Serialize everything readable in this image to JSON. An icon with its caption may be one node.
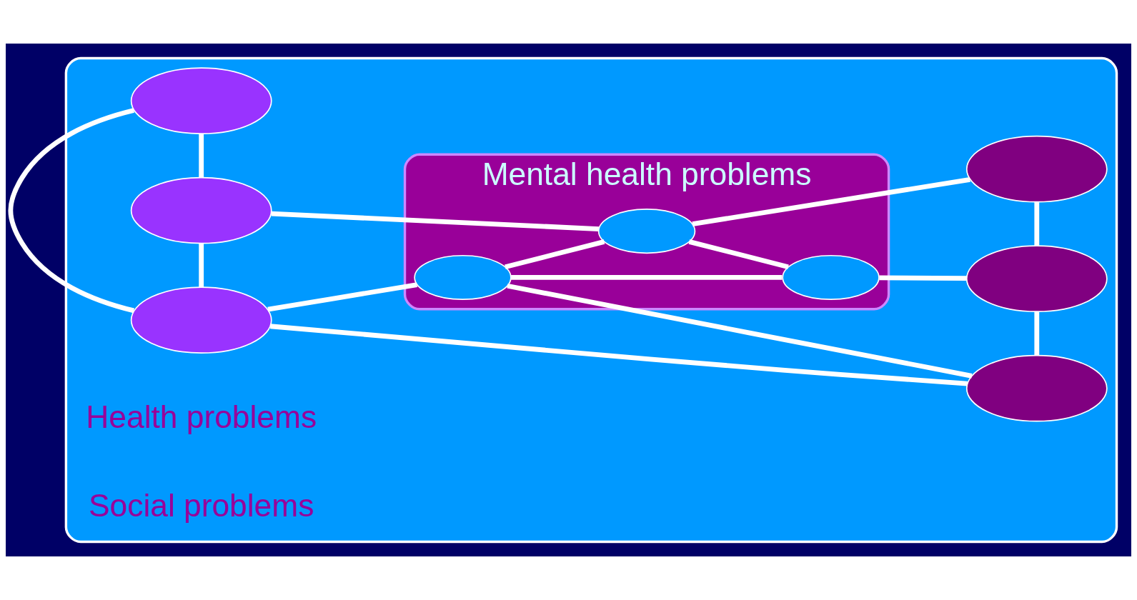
{
  "diagram": {
    "nodes": [
      {
        "text": [],
        "shape": "ellipse"
      },
      {
        "text": [],
        "shape": "ellipse",
        "in": 0
      },
      {
        "text": [],
        "shape": "ellipse",
        "in": 0
      },
      {
        "text": [],
        "shape": "ellipse",
        "in": 0
      },
      {
        "text": [
          "Mental health problems"
        ],
        "in": 0
      },
      {
        "text": [],
        "shape": "ellipse",
        "in": 4
      },
      {
        "text": [],
        "shape": "ellipse",
        "in": 4
      },
      {
        "text": [],
        "shape": "ellipse",
        "in": 4
      },
      {
        "text": [],
        "shape": "ellipse",
        "in": 0
      },
      {
        "text": [],
        "shape": "ellipse",
        "in": 0
      },
      {
        "text": [],
        "shape": "ellipse",
        "in": 0
      }
    ],
    "edges": [
      {
        "from": 1,
        "to": 8,
        "arrow": "none"
      },
      {
        "from": 1,
        "to": 5,
        "arrow": "none"
      },
      {
        "from": 1,
        "to": 2,
        "arrow": "none"
      },
      {
        "from": 1,
        "to": 3,
        "arrow": "none"
      },
      {
        "from": 2,
        "to": 7,
        "arrow": "none"
      },
      {
        "from": 2,
        "to": 3,
        "arrow": "none"
      },
      {
        "from": 8,
        "to": 5,
        "arrow": "none"
      },
      {
        "from": 8,
        "to": 9,
        "arrow": "none"
      },
      {
        "from": 9,
        "to": 6,
        "arrow": "none"
      },
      {
        "from": 9,
        "to": 10,
        "arrow": "none"
      },
      {
        "from": 5,
        "to": 7,
        "arrow": "none"
      },
      {
        "from": 5,
        "to": 6,
        "arrow": "none"
      },
      {
        "from": 7,
        "to": 6,
        "arrow": "none"
      },
      {
        "from": 7,
        "to": 10,
        "arrow": "none"
      }
    ],
    "labels": [
      "Health problems",
      "Social problems"
    ]
  }
}
